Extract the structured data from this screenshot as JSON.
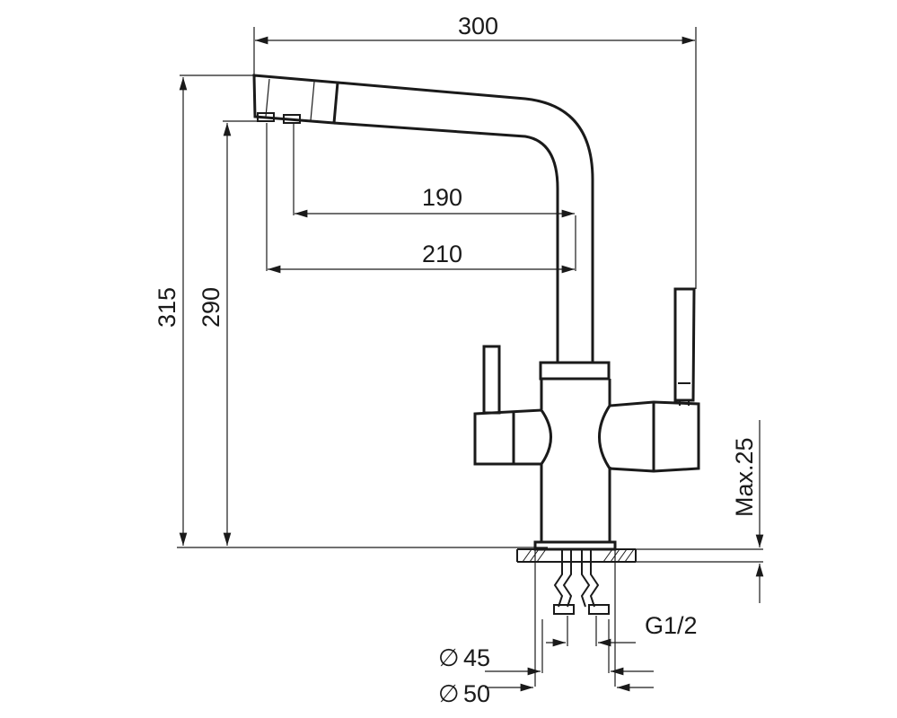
{
  "dimensions": {
    "overall_width": "300",
    "spout_reach_inner": "190",
    "spout_reach_outer": "210",
    "overall_height": "315",
    "outlet_height": "290",
    "max_counter_thickness": "Max.25",
    "connection_thread": "G1/2",
    "hole_diameter_45": "45",
    "base_diameter_50": "50",
    "diameter_symbol": "∅"
  },
  "colors": {
    "line": "#1a1a1a",
    "background": "#ffffff"
  }
}
